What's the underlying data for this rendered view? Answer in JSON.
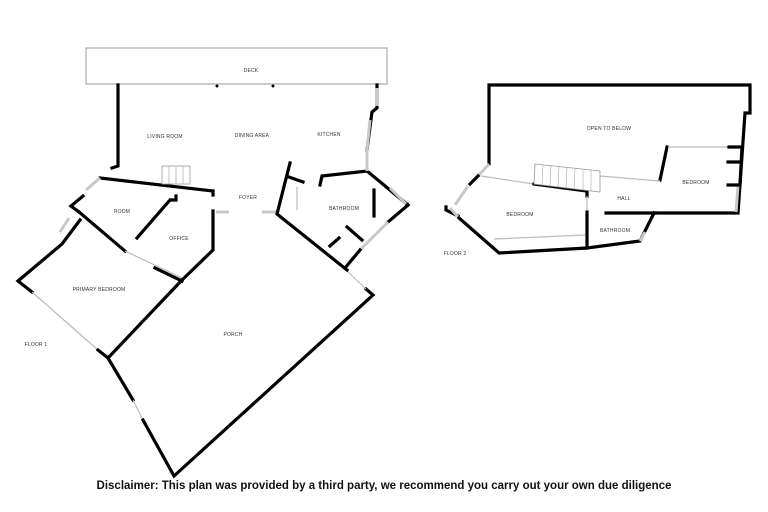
{
  "floor1": {
    "label": "FLOOR 1",
    "rooms": {
      "deck": "DECK",
      "living_room": "LIVING ROOM",
      "dining_area": "DINING AREA",
      "kitchen": "KITCHEN",
      "room": "ROOM",
      "office": "OFFICE",
      "foyer": "FOYER",
      "bathroom": "BATHROOM",
      "primary_bedroom": "PRIMARY BEDROOM",
      "porch": "PORCH"
    }
  },
  "floor2": {
    "label": "FLOOR 2",
    "rooms": {
      "open_to_below": "OPEN TO BELOW",
      "bedroom_right": "BEDROOM",
      "hall": "HALL",
      "bedroom_left": "BEDROOM",
      "bathroom": "BATHROOM"
    }
  },
  "disclaimer": "Disclaimer: This plan was provided by a third party, we recommend you carry out your own due diligence"
}
